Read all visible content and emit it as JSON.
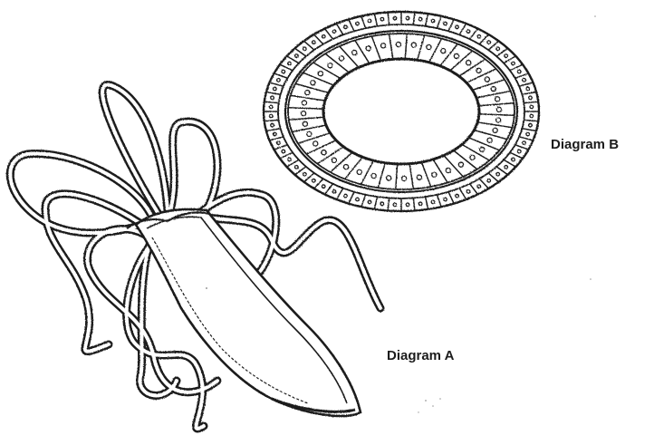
{
  "labels": {
    "diagram_a": "Diagram A",
    "diagram_b": "Diagram B"
  },
  "colors": {
    "ink": "#1c1c1c",
    "paper": "#ffffff"
  },
  "diagram_b": {
    "outer_cell_count": 64,
    "inner_cell_count": 40
  }
}
